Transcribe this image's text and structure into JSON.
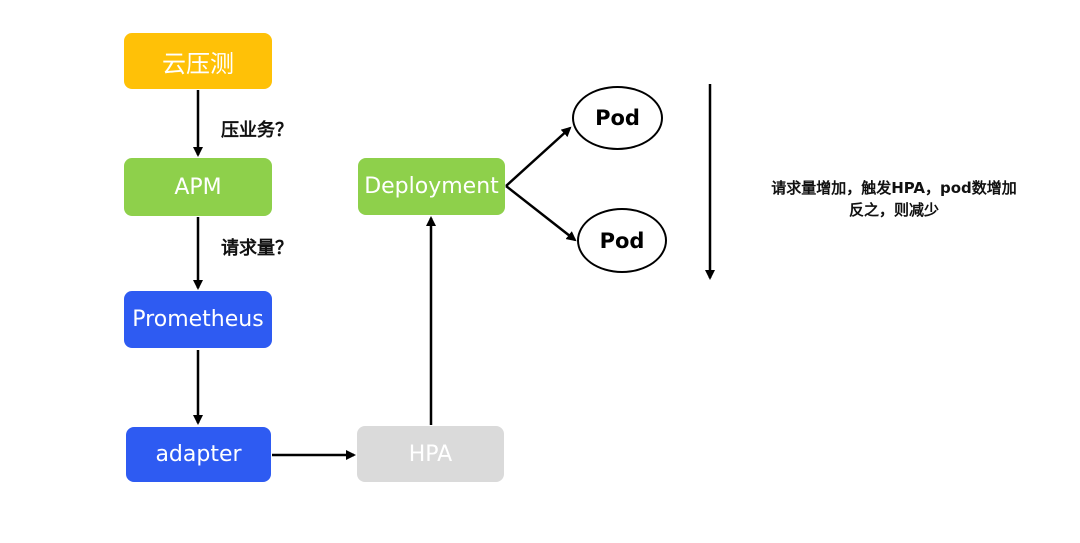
{
  "colors": {
    "load_test": "#FFC107",
    "apm": "#8ED04B",
    "prometheus": "#2E5BF2",
    "adapter": "#2E5BF2",
    "hpa": "#DADADA",
    "deployment": "#8ED04B",
    "arrow": "#000000"
  },
  "nodes": {
    "load_test": "云压测",
    "apm": "APM",
    "prometheus": "Prometheus",
    "adapter": "adapter",
    "hpa": "HPA",
    "deployment": "Deployment",
    "pod_top": "Pod",
    "pod_bottom": "Pod"
  },
  "edge_labels": {
    "load_test_to_apm": "压业务？",
    "apm_to_prometheus": "请求量？"
  },
  "note": {
    "line1": "请求量增加，触发HPA，pod数增加",
    "line2": "反之，则减少"
  }
}
